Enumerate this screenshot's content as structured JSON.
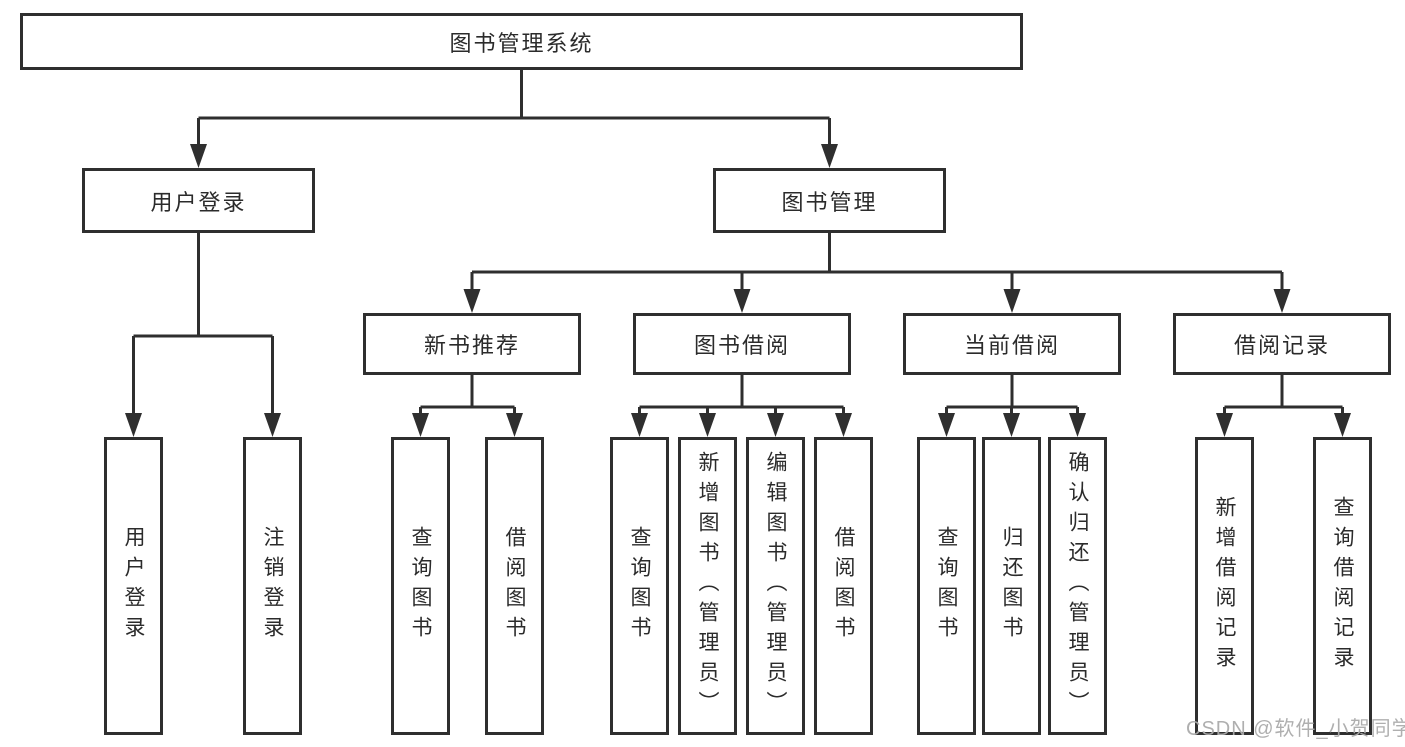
{
  "diagram": {
    "title_node": "图书管理系统",
    "nodes": {
      "root": "图书管理系统",
      "user_login": "用户登录",
      "book_management": "图书管理",
      "new_book_recommend": "新书推荐",
      "book_borrow": "图书借阅",
      "current_borrow": "当前借阅",
      "borrow_records": "借阅记录",
      "leaf_user_login": "用户登录",
      "leaf_logout": "注销登录",
      "query_books_1": "查询图书",
      "borrow_books_1": "借阅图书",
      "query_books_2": "查询图书",
      "add_book_admin": "新增图书（管理员）",
      "edit_book_admin": "编辑图书（管理员）",
      "borrow_books_2": "借阅图书",
      "query_books_3": "查询图书",
      "return_book": "归还图书",
      "confirm_return_admin": "确认归还（管理员）",
      "add_borrow_record": "新增借阅记录",
      "query_borrow_record": "查询借阅记录"
    },
    "colors": {
      "line": "#2f2f2f",
      "text": "#2b2b2b",
      "box_background": "#ffffff",
      "watermark": "#ababab"
    }
  },
  "watermark": "CSDN @软件_小贺同学"
}
